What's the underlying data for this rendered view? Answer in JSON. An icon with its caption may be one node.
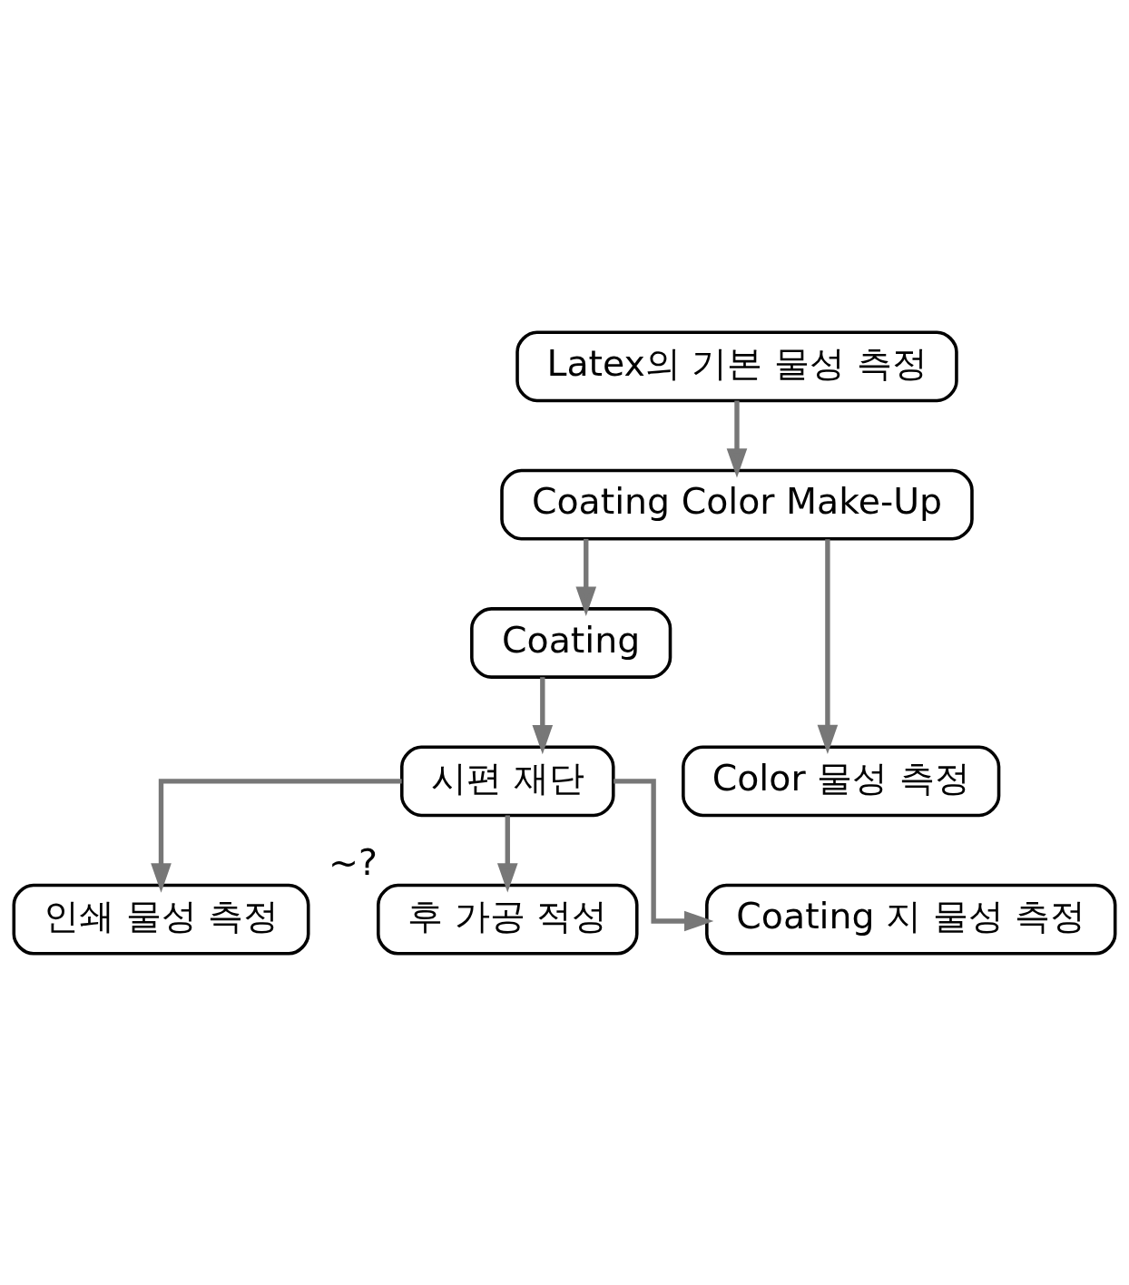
{
  "diagram": {
    "nodes": [
      {
        "text": [
          "Latex의 기본 물성 측정"
        ]
      },
      {
        "text": [
          "Coating Color Make-Up"
        ]
      },
      {
        "text": [
          "Coating"
        ]
      },
      {
        "text": [
          "시편 재단"
        ]
      },
      {
        "text": [
          "Color 물성 측정"
        ]
      },
      {
        "text": [
          "인쇄 물성 측정"
        ]
      },
      {
        "text": [
          "후 가공 적성"
        ],
        "beside": [
          "~?"
        ]
      },
      {
        "text": [
          "Coating 지 물성 측정"
        ]
      }
    ],
    "edges": [
      {
        "from": 0,
        "to": 1,
        "arrow": "to"
      },
      {
        "from": 1,
        "to": 2,
        "arrow": "to"
      },
      {
        "from": 1,
        "to": 4,
        "arrow": "to"
      },
      {
        "from": 2,
        "to": 3,
        "arrow": "to"
      },
      {
        "from": 3,
        "to": 5,
        "arrow": "to"
      },
      {
        "from": 3,
        "to": 7,
        "arrow": "to"
      },
      {
        "from": 3,
        "to": 6,
        "arrow": "to"
      }
    ]
  }
}
